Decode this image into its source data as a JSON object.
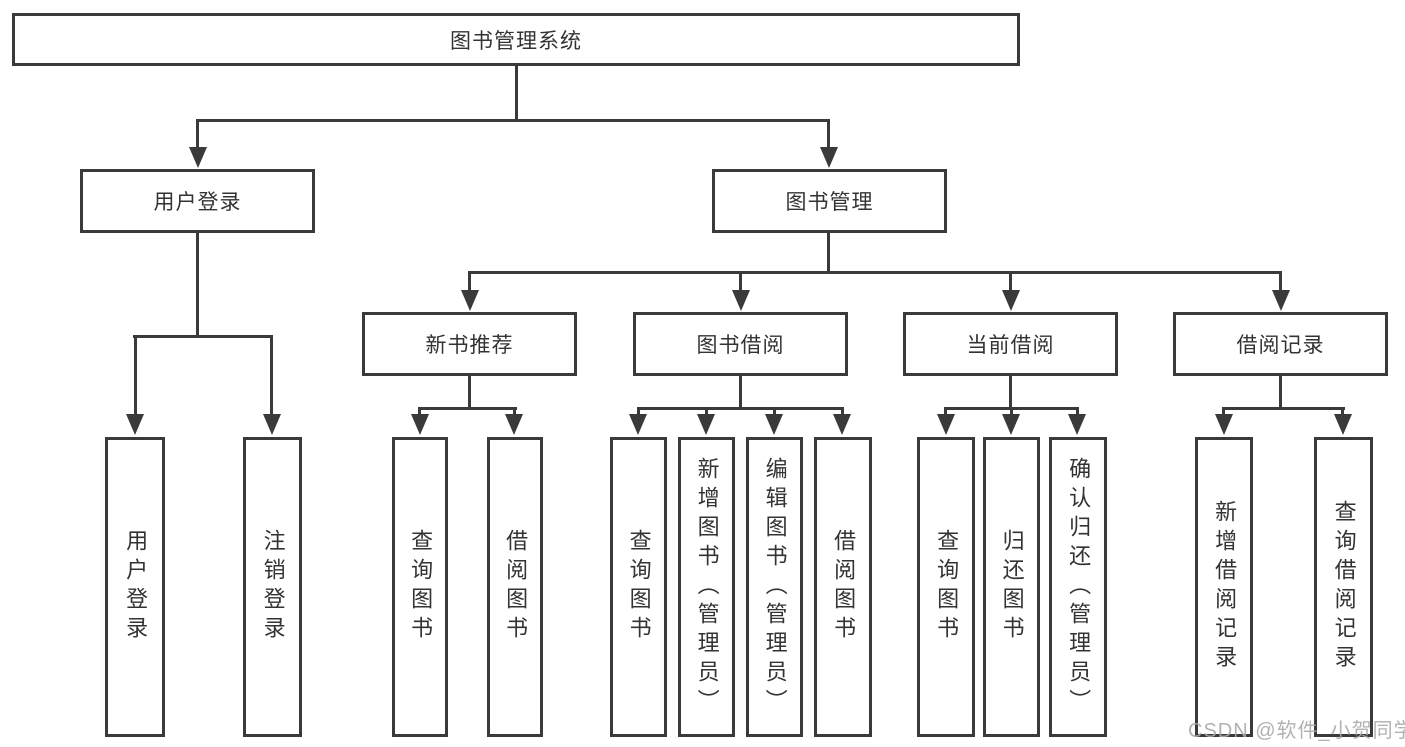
{
  "title_box": {
    "label": "图书管理系统"
  },
  "branches": {
    "user_login": {
      "label": "用户登录",
      "children": [
        {
          "label": "用户登录"
        },
        {
          "label": "注销登录"
        }
      ]
    },
    "book_mgmt": {
      "label": "图书管理",
      "sections": [
        {
          "label": "新书推荐",
          "children": [
            {
              "label": "查询图书"
            },
            {
              "label": "借阅图书"
            }
          ]
        },
        {
          "label": "图书借阅",
          "children": [
            {
              "label": "查询图书"
            },
            {
              "label": "新增图书（管理员）"
            },
            {
              "label": "编辑图书（管理员）"
            },
            {
              "label": "借阅图书"
            }
          ]
        },
        {
          "label": "当前借阅",
          "children": [
            {
              "label": "查询图书"
            },
            {
              "label": "归还图书"
            },
            {
              "label": "确认归还（管理员）"
            }
          ]
        },
        {
          "label": "借阅记录",
          "children": [
            {
              "label": "新增借阅记录"
            },
            {
              "label": "查询借阅记录"
            }
          ]
        }
      ]
    }
  },
  "watermark": {
    "text": "CSDN @软件_小贺同学"
  },
  "colors": {
    "line": "#3a3a3a",
    "text": "#333333",
    "background": "#ffffff",
    "watermark": "#aaaaaa"
  }
}
